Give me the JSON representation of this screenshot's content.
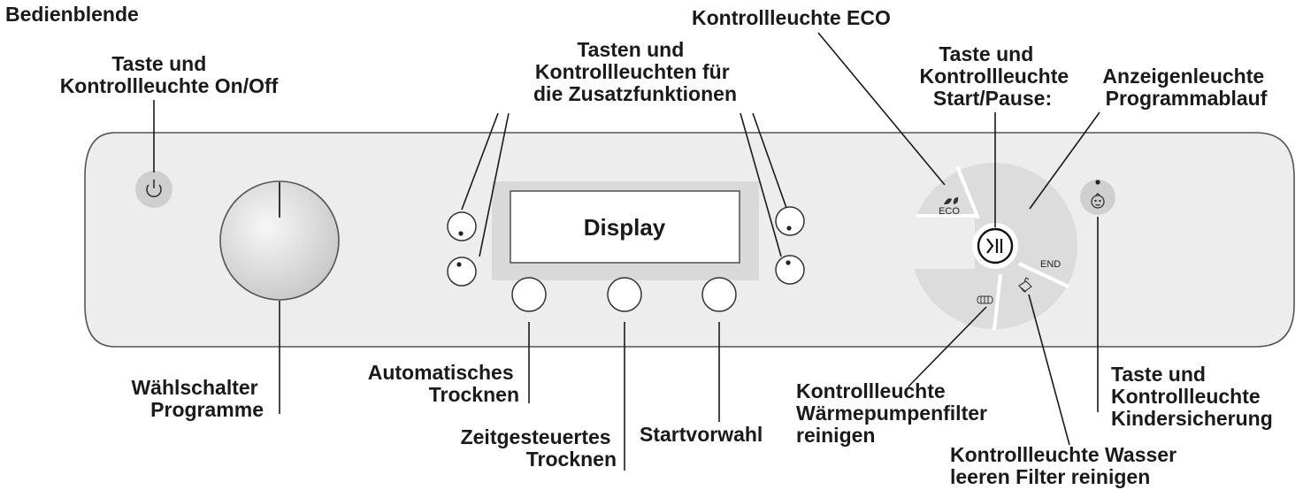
{
  "title": "Bedienblende",
  "display": {
    "label": "Display"
  },
  "labels": {
    "onoff": [
      "Taste und",
      "Kontrollleuchte On/Off"
    ],
    "zusatz": [
      "Tasten und",
      "Kontrollleuchten für",
      "die Zusatzfunktionen"
    ],
    "eco": [
      "Kontrollleuchte ECO"
    ],
    "startpause": [
      "Taste und",
      "Kontrollleuchte",
      "Start/Pause:"
    ],
    "programmablauf": [
      "Anzeigenleuchte",
      "Programmablauf"
    ],
    "waehlschalter": [
      "Wählschalter",
      "Programme"
    ],
    "auto": [
      "Automatisches",
      "Trocknen"
    ],
    "zeit": [
      "Zeitgesteuertes",
      "Trocknen"
    ],
    "startvorwahl": [
      "Startvorwahl"
    ],
    "waermepumpe": [
      "Kontrollleuchte",
      "Wärmepumpenfilter",
      "reinigen"
    ],
    "wasser": [
      "Kontrollleuchte Wasser",
      "leeren Filter reinigen"
    ],
    "kindersicherung": [
      "Taste und",
      "Kontrollleuchte",
      "Kindersicherung"
    ]
  },
  "icons": {
    "eco_text": "ECO",
    "end_text": "END",
    "power": "power-icon",
    "start_pause": "play-pause-icon",
    "child_lock": "child-lock-icon",
    "filter": "filter-icon",
    "water": "water-container-icon",
    "leaf": "leaf-icon"
  },
  "colors": {
    "panel": "#ededed",
    "panel_stroke": "#555555",
    "ring": "#dcdcdc",
    "text": "#1a1a1a"
  }
}
